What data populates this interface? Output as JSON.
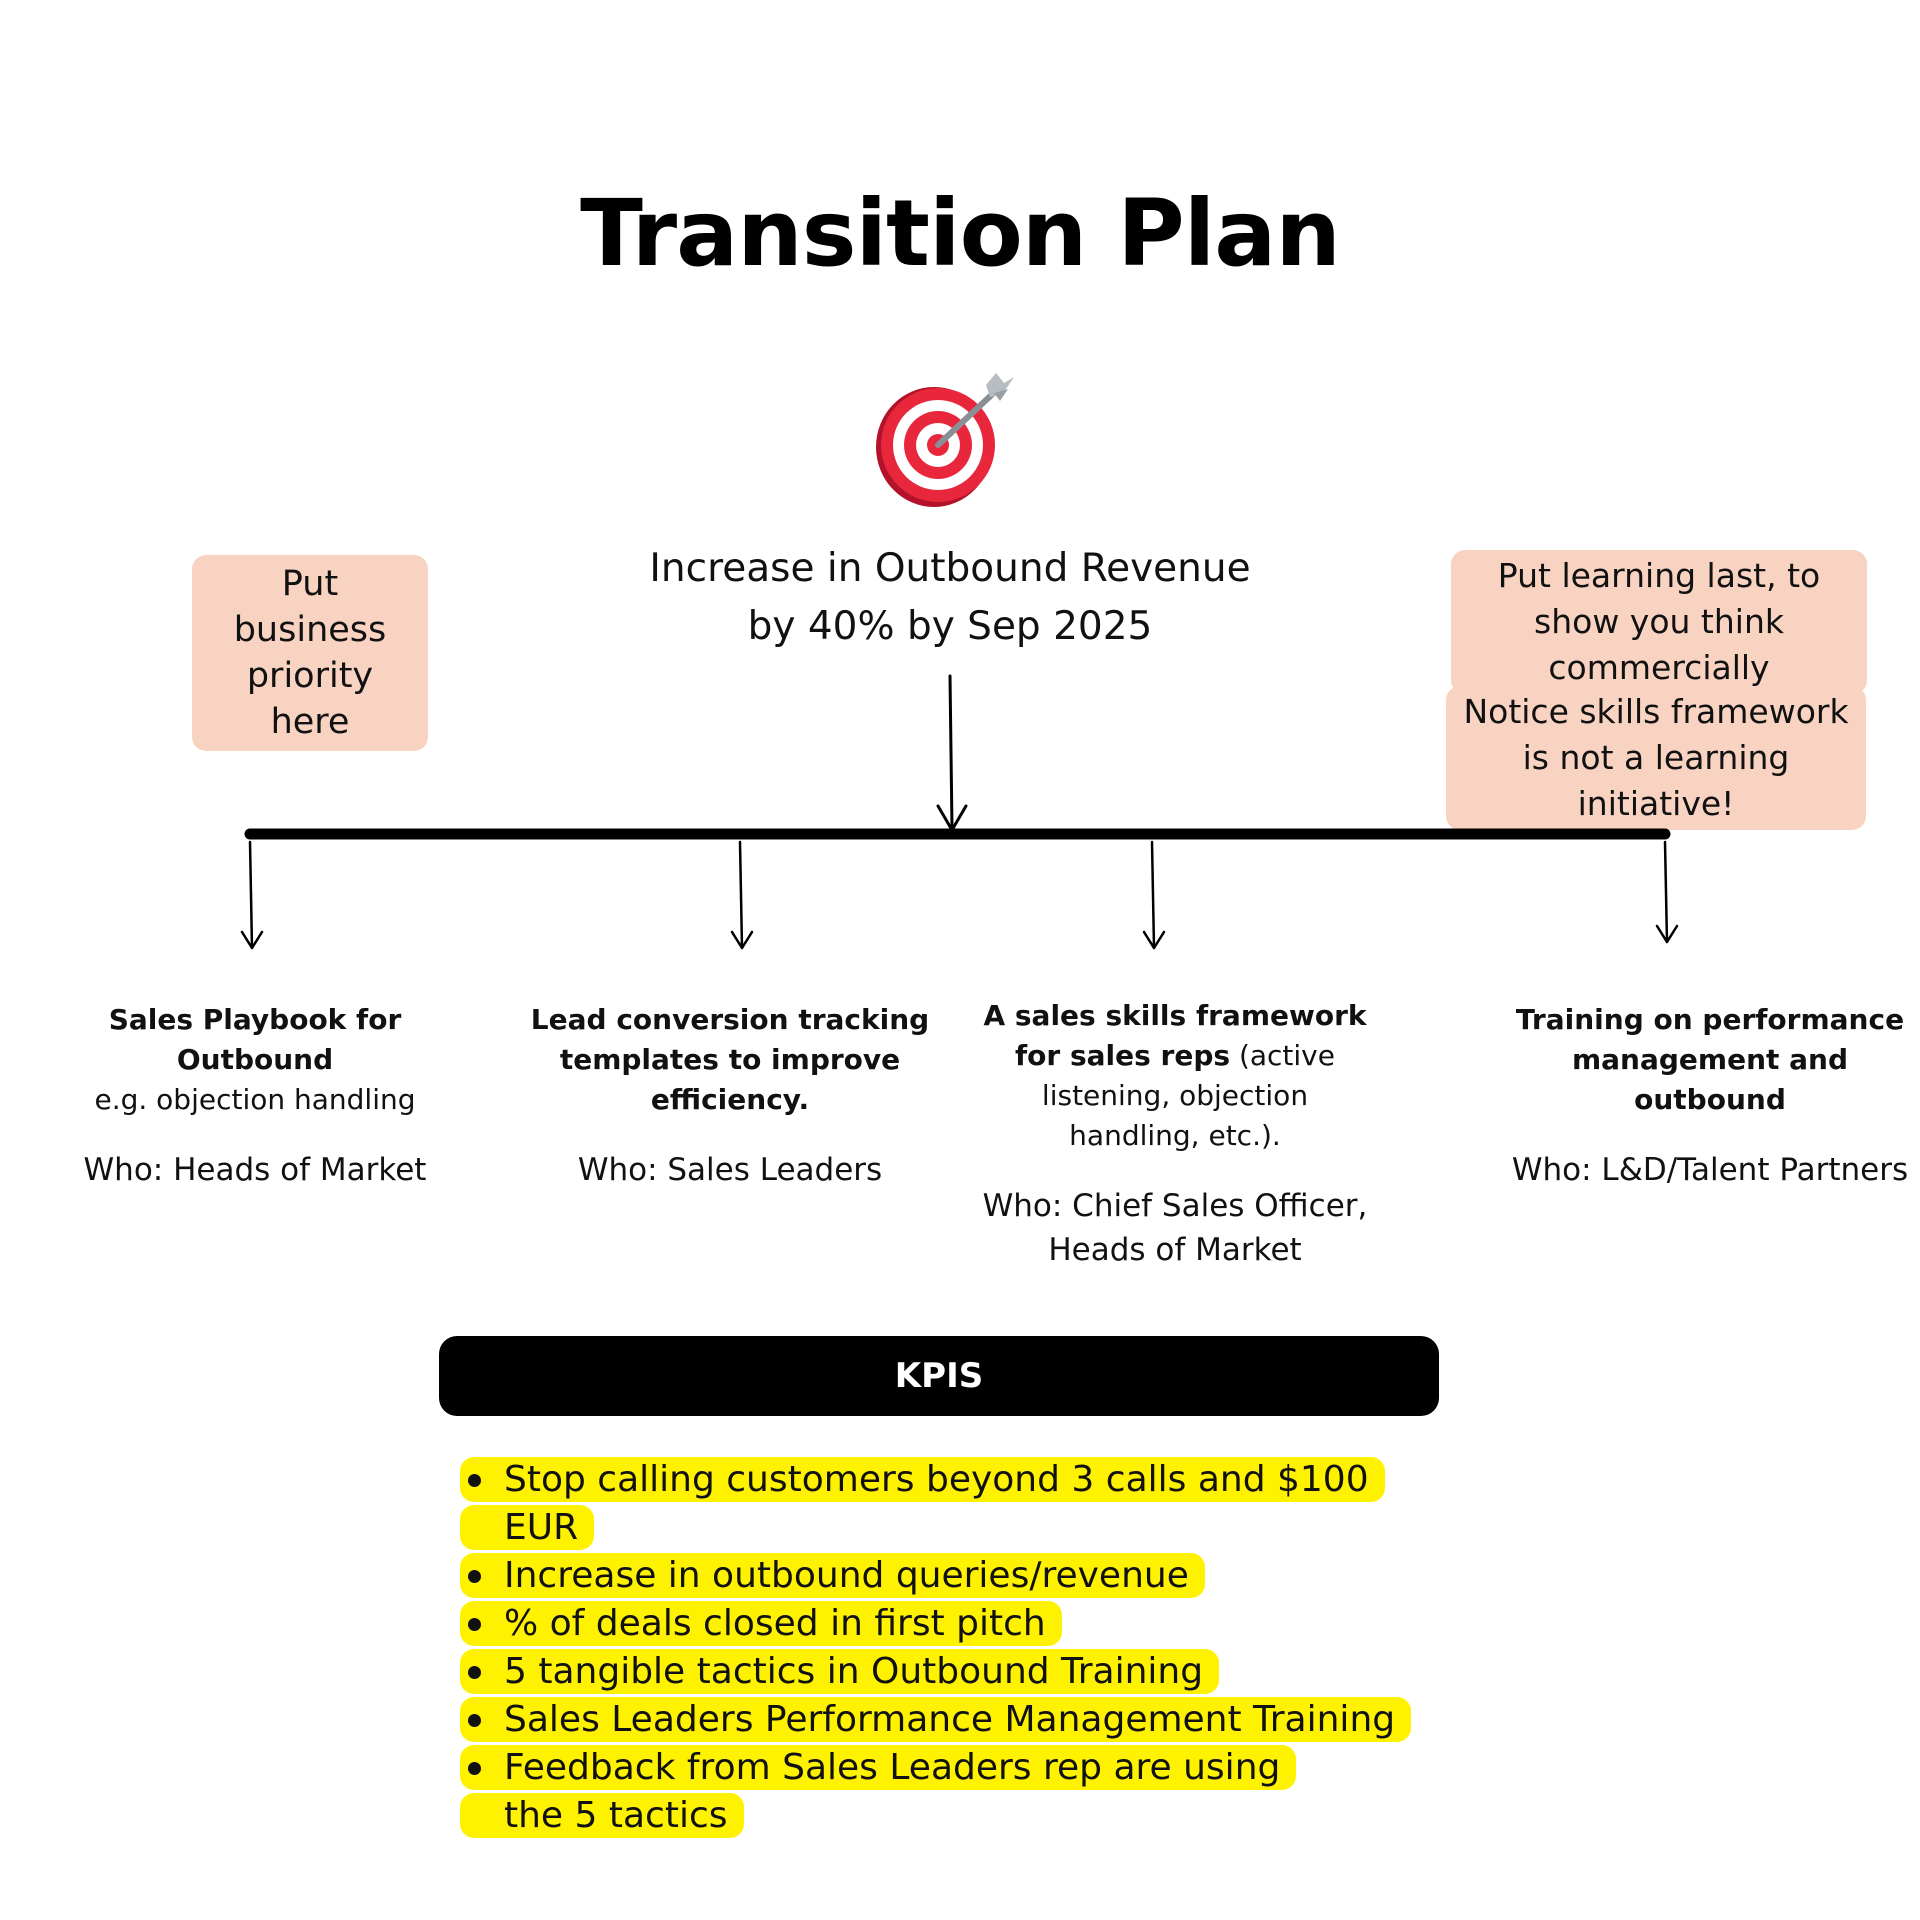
{
  "title": "Transition Plan",
  "goal": {
    "line1": "Increase in Outbound Revenue",
    "line2": "by 40% by Sep 2025",
    "icon": "target-dart-icon"
  },
  "notes": {
    "left": "Put business priority here",
    "right_top": "Put learning last, to show you think commercially",
    "right_bottom": "Notice skills framework is not a learning initiative!"
  },
  "initiatives": [
    {
      "title_bold": "Sales Playbook for Outbound",
      "detail": "e.g. objection handling",
      "who": "Who: Heads of Market"
    },
    {
      "title_bold": "Lead conversion tracking templates to improve efficiency.",
      "detail": "",
      "who": "Who: Sales Leaders"
    },
    {
      "title_bold": "A sales skills framework for sales reps",
      "detail": " (active listening, objection handling, etc.).",
      "who": "Who: Chief Sales Officer, Heads of Market"
    },
    {
      "title_bold": "Training on performance management and outbound",
      "detail": "",
      "who": "Who: L&D/Talent Partners"
    }
  ],
  "kpis": {
    "header": "KPIS",
    "items": [
      "Stop calling customers beyond 3 calls and $100 EUR",
      "Increase in outbound queries/revenue",
      "% of deals closed in first pitch",
      "5 tangible tactics in Outbound Training",
      "Sales Leaders Performance Management Training",
      "Feedback from Sales Leaders rep are using the 5 tactics"
    ]
  },
  "colors": {
    "note_bg": "#f8d3c2",
    "highlight": "#fff200",
    "bar": "#000000"
  }
}
